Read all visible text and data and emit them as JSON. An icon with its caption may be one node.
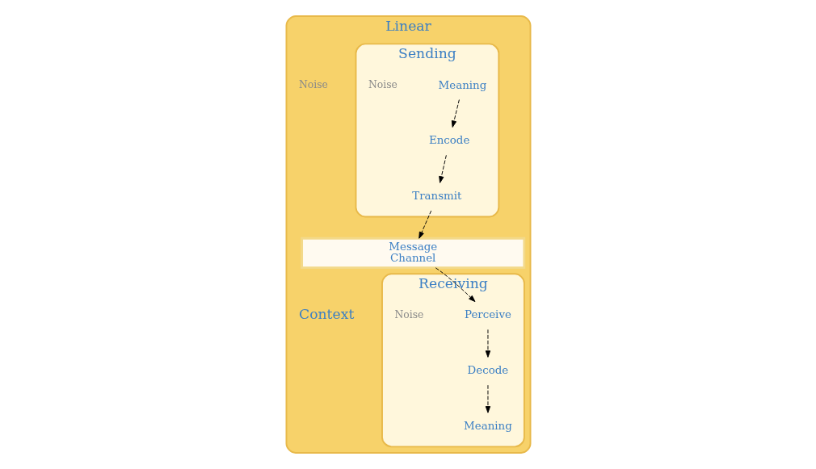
{
  "diagram": {
    "nodes": [
      {
        "text": [
          "Linear",
          "Context"
        ]
      },
      {
        "text": [
          "Sending"
        ],
        "in": 0
      },
      {
        "text": [
          "Meaning"
        ],
        "in": 1
      },
      {
        "text": [
          "Encode"
        ],
        "in": 1
      },
      {
        "text": [
          "Transmit"
        ],
        "in": 1
      },
      {
        "text": [
          "Receiving"
        ],
        "in": 0
      },
      {
        "text": [
          "Meaning"
        ],
        "in": 5
      },
      {
        "text": [
          "Decode"
        ],
        "in": 5
      },
      {
        "text": [
          "Perceive"
        ],
        "in": 5
      },
      {
        "text": [
          "Message",
          "Channel"
        ],
        "in": 0
      }
    ],
    "edges": [
      {
        "from": 2,
        "to": 3,
        "arrow": "to",
        "style": "dashed"
      },
      {
        "from": 3,
        "to": 4,
        "arrow": "to",
        "style": "dashed"
      },
      {
        "from": 4,
        "to": 9,
        "arrow": "to",
        "style": "dashed"
      },
      {
        "from": 9,
        "to": 8,
        "arrow": "to",
        "style": "dashed"
      },
      {
        "from": 8,
        "to": 7,
        "arrow": "to",
        "style": "dashed"
      },
      {
        "from": 7,
        "to": 6,
        "arrow": "to",
        "style": "dashed"
      }
    ],
    "labels": [
      "Noise",
      "Noise",
      "Noise"
    ]
  }
}
